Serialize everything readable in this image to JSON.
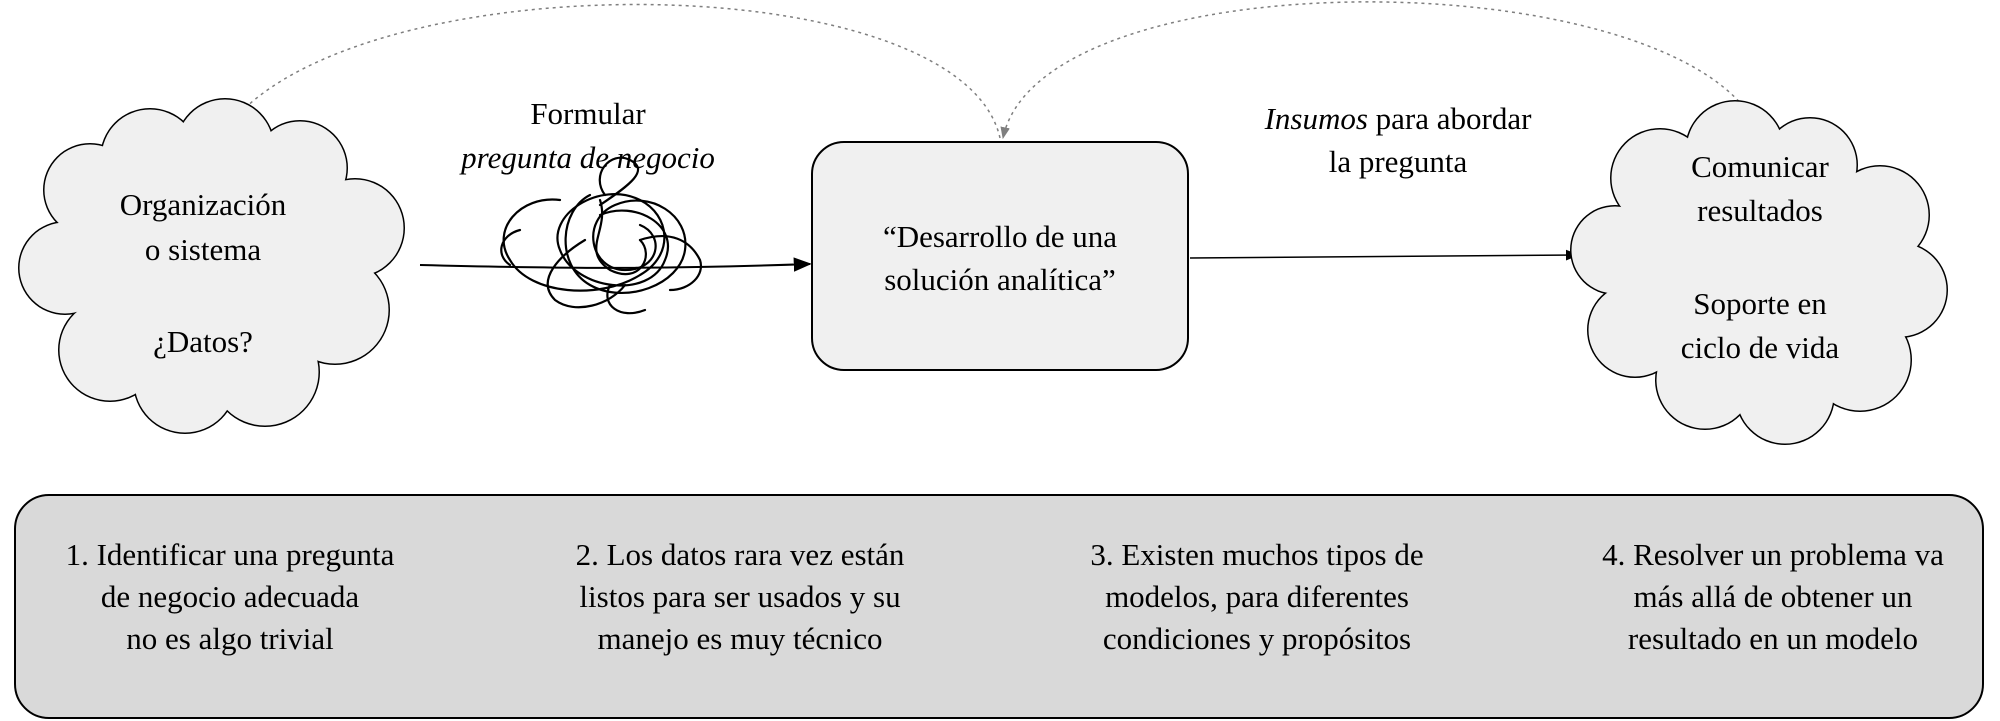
{
  "left_cloud": {
    "line1": "Organización",
    "line2": "o sistema",
    "line3": "¿Datos?"
  },
  "step_formular": {
    "line1": "Formular",
    "line2": "pregunta de negocio"
  },
  "center_box": {
    "line1": "“Desarrollo de una",
    "line2": "solución analítica”"
  },
  "insumos": {
    "italic_word": "Insumos",
    "rest_line1": " para abordar",
    "line2": "la pregunta"
  },
  "right_cloud": {
    "line1": "Comunicar",
    "line2": "resultados",
    "line3": "Soporte en",
    "line4": "ciclo de vida"
  },
  "challenges": [
    {
      "lines": [
        "1. Identificar una pregunta",
        "de negocio adecuada",
        "no es algo trivial"
      ]
    },
    {
      "lines": [
        "2. Los datos rara vez están",
        "listos para ser usados y su",
        "manejo es muy técnico"
      ]
    },
    {
      "lines": [
        "3. Existen muchos tipos de",
        "modelos, para diferentes",
        "condiciones y propósitos"
      ]
    },
    {
      "lines": [
        "4. Resolver un problema va",
        "más allá de obtener un",
        "resultado en un modelo"
      ]
    }
  ],
  "colors": {
    "cloud_fill": "#f0f0f0",
    "box_fill": "#f0f0f0",
    "panel_fill": "#d9d9d9",
    "stroke": "#000000",
    "dashed": "#7f7f7f"
  }
}
